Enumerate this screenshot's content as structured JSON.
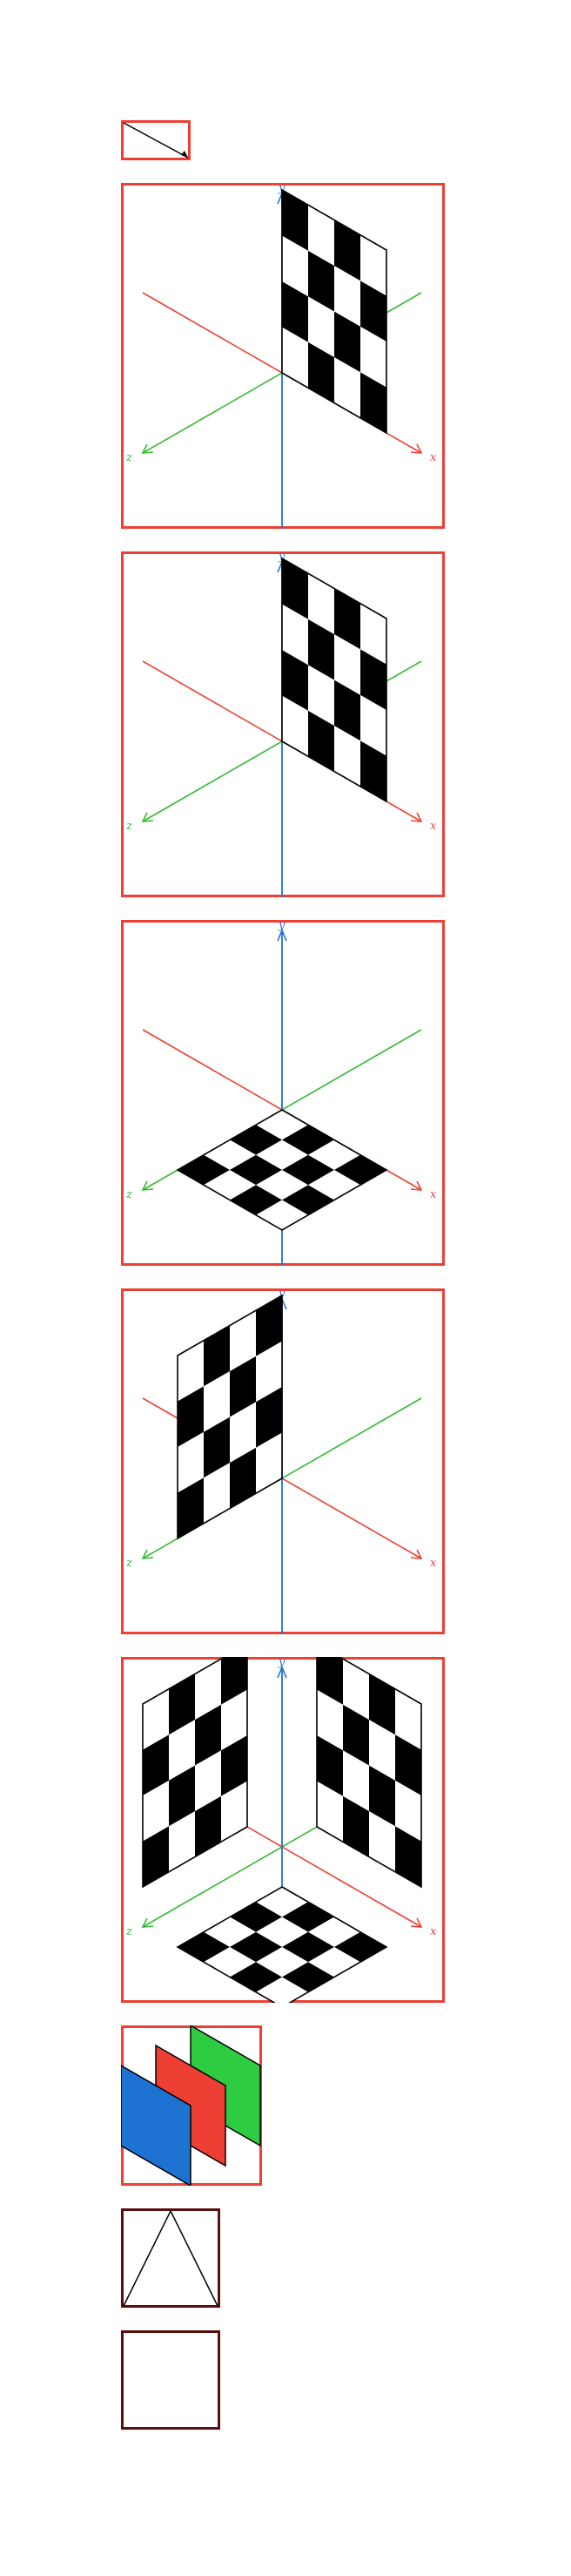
{
  "colors": {
    "frame": "#ee3f34",
    "frame_dark": "#5a0f0f",
    "x_axis": "#ee3f34",
    "y_axis": "#1e73d2",
    "z_axis": "#35b935",
    "checker_dark": "#000000",
    "checker_light": "#ffffff",
    "plane_blue": "#1e73d2",
    "plane_red": "#ee3f34",
    "plane_green": "#2ecc40"
  },
  "axes": {
    "x_label": "x",
    "y_label": "y",
    "z_label": "z"
  },
  "panels": [
    {
      "id": "panel-1",
      "checkerboards": [
        "xy-plane"
      ]
    },
    {
      "id": "panel-2",
      "checkerboards": [
        "xy-plane"
      ]
    },
    {
      "id": "panel-3",
      "checkerboards": [
        "xz-plane"
      ]
    },
    {
      "id": "panel-4",
      "checkerboards": [
        "zy-plane"
      ]
    },
    {
      "id": "panel-5",
      "checkerboards": [
        "zy-plane",
        "xy-plane",
        "xz-plane"
      ]
    }
  ],
  "icons": [
    "slash-box-icon",
    "stacked-planes-icon",
    "triangle-box-icon",
    "empty-box-icon"
  ]
}
